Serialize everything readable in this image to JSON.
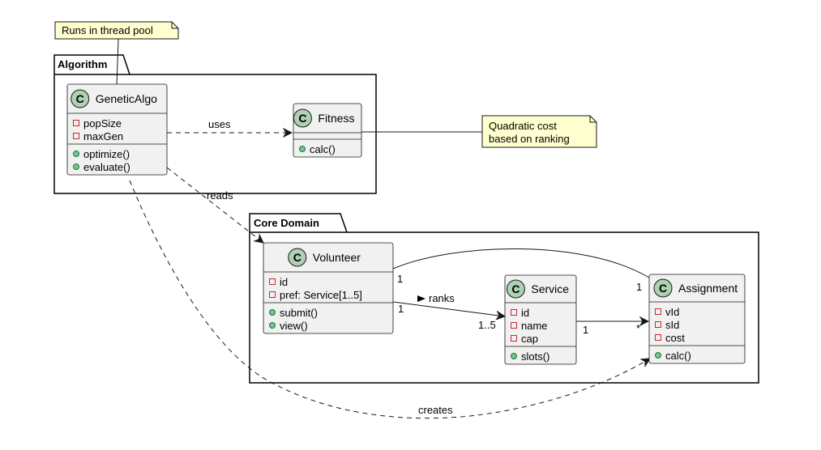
{
  "colors": {
    "class_fill": "#f1f1f1",
    "class_stroke": "#181818",
    "note_fill": "#fefece",
    "circle_fill": "#add1b2",
    "private_marker": "#c82930",
    "public_marker": "#84be84"
  },
  "packages": {
    "algorithm": {
      "name": "Algorithm"
    },
    "core": {
      "name": "Core Domain"
    }
  },
  "classes": {
    "genetic": {
      "stereo": "C",
      "name": "GeneticAlgo",
      "fields": [
        {
          "vis": "private",
          "text": "popSize"
        },
        {
          "vis": "private",
          "text": "maxGen"
        }
      ],
      "methods": [
        {
          "vis": "public",
          "text": "optimize()"
        },
        {
          "vis": "public",
          "text": "evaluate()"
        }
      ]
    },
    "fitness": {
      "stereo": "C",
      "name": "Fitness",
      "fields": [],
      "methods": [
        {
          "vis": "public",
          "text": "calc()"
        }
      ]
    },
    "volunteer": {
      "stereo": "C",
      "name": "Volunteer",
      "fields": [
        {
          "vis": "private",
          "text": "id"
        },
        {
          "vis": "private",
          "text": "pref: Service[1..5]"
        }
      ],
      "methods": [
        {
          "vis": "public",
          "text": "submit()"
        },
        {
          "vis": "public",
          "text": "view()"
        }
      ]
    },
    "service": {
      "stereo": "C",
      "name": "Service",
      "fields": [
        {
          "vis": "private",
          "text": "id"
        },
        {
          "vis": "private",
          "text": "name"
        },
        {
          "vis": "private",
          "text": "cap"
        }
      ],
      "methods": [
        {
          "vis": "public",
          "text": "slots()"
        }
      ]
    },
    "assignment": {
      "stereo": "C",
      "name": "Assignment",
      "fields": [
        {
          "vis": "private",
          "text": "vId"
        },
        {
          "vis": "private",
          "text": "sId"
        },
        {
          "vis": "private",
          "text": "cost"
        }
      ],
      "methods": [
        {
          "vis": "public",
          "text": "calc()"
        }
      ]
    }
  },
  "notes": {
    "thread_pool": {
      "lines": [
        "Runs in thread pool"
      ]
    },
    "quadratic": {
      "lines": [
        "Quadratic cost",
        "based on ranking"
      ]
    }
  },
  "edges": {
    "uses": {
      "label": "uses"
    },
    "reads": {
      "label": "reads"
    },
    "creates": {
      "label": "creates"
    },
    "ranks": {
      "label": "ranks",
      "src_mult": "1",
      "dst_mult": "1..5"
    },
    "vol_assign": {
      "src_mult": "1",
      "dst_mult": "1"
    },
    "svc_assign": {
      "src_mult": "1",
      "dst_mult": "*"
    }
  }
}
